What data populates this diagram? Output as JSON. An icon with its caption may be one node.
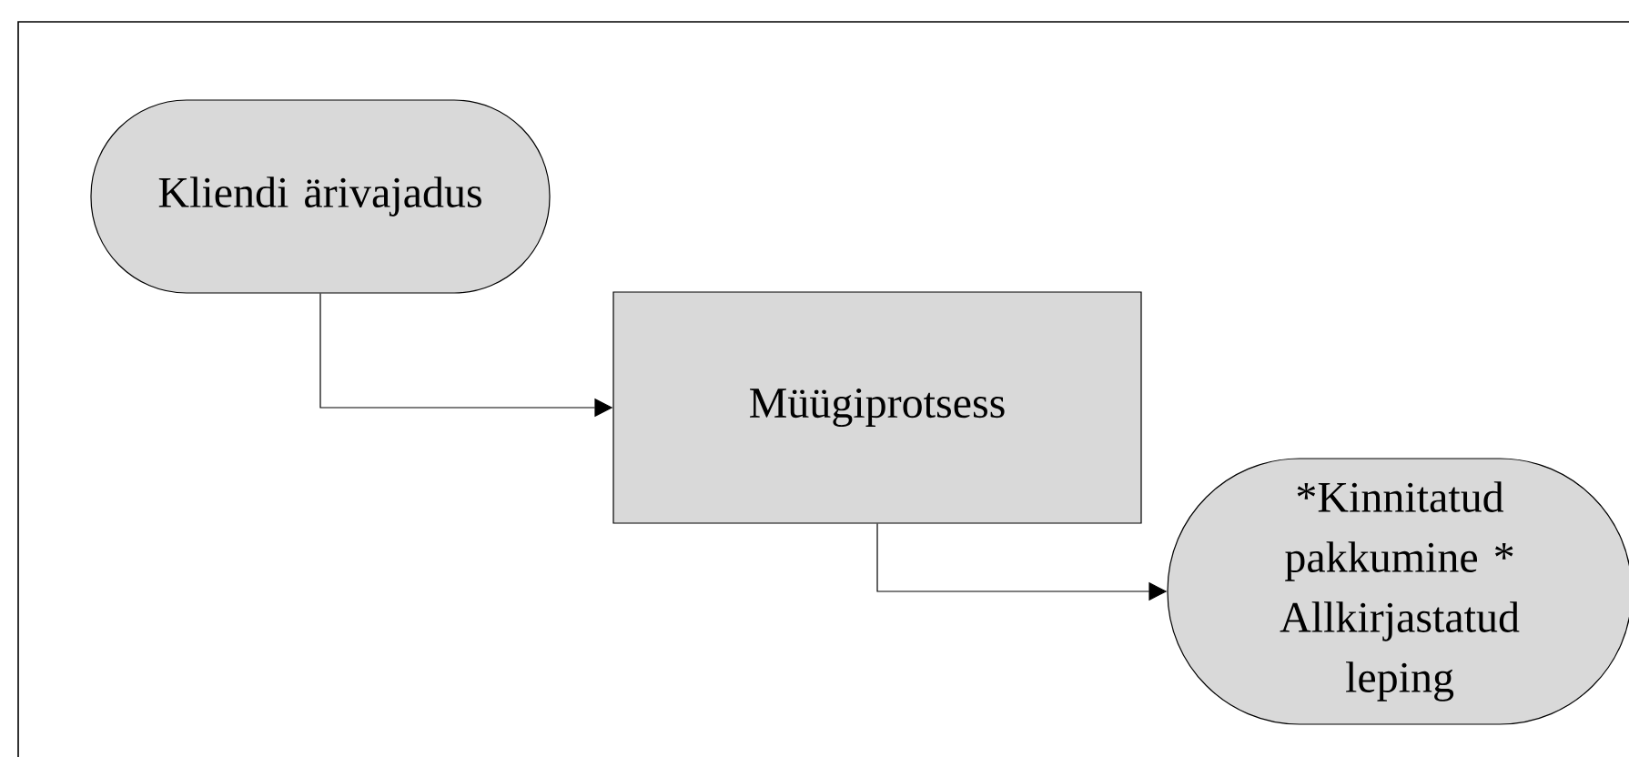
{
  "diagram": {
    "nodes": [
      {
        "text": [
          "Kliendi ärivajadus"
        ]
      },
      {
        "text": [
          "Müügiprotsess"
        ]
      },
      {
        "text": [
          "*Kinnitatud pakkumine * Allkirjastatud leping"
        ]
      }
    ],
    "edges": [
      {
        "from": 0,
        "to": 1,
        "arrow": "to"
      },
      {
        "from": 1,
        "to": 2,
        "arrow": "to"
      }
    ]
  }
}
